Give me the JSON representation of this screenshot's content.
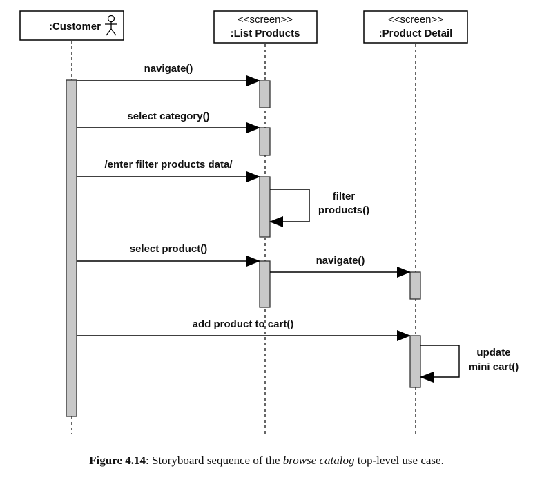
{
  "lifelines": [
    {
      "id": "customer",
      "name": ":Customer",
      "stereotype": "",
      "icon": "actor-icon"
    },
    {
      "id": "list",
      "name": ":List Products",
      "stereotype": "<<screen>>"
    },
    {
      "id": "detail",
      "name": ":Product Detail",
      "stereotype": "<<screen>>"
    }
  ],
  "messages": [
    {
      "label": "navigate()",
      "from": "customer",
      "to": "list"
    },
    {
      "label": "select category()",
      "from": "customer",
      "to": "list"
    },
    {
      "label": "/enter filter products data/",
      "from": "customer",
      "to": "list"
    },
    {
      "label_lines": [
        "filter",
        "products()"
      ],
      "from": "list",
      "to": "list",
      "self": true
    },
    {
      "label": "select product()",
      "from": "customer",
      "to": "list"
    },
    {
      "label": "navigate()",
      "from": "list",
      "to": "detail"
    },
    {
      "label": "add product to cart()",
      "from": "customer",
      "to": "detail"
    },
    {
      "label_lines": [
        "update",
        "mini cart()"
      ],
      "from": "detail",
      "to": "detail",
      "self": true
    }
  ],
  "caption": {
    "number": "Figure 4.14",
    "text_before": ": Storyboard sequence of the ",
    "emphasis": "browse catalog",
    "text_after": " top-level use case."
  },
  "colors": {
    "activation_fill": "#c8c8c8",
    "line": "#000000"
  }
}
